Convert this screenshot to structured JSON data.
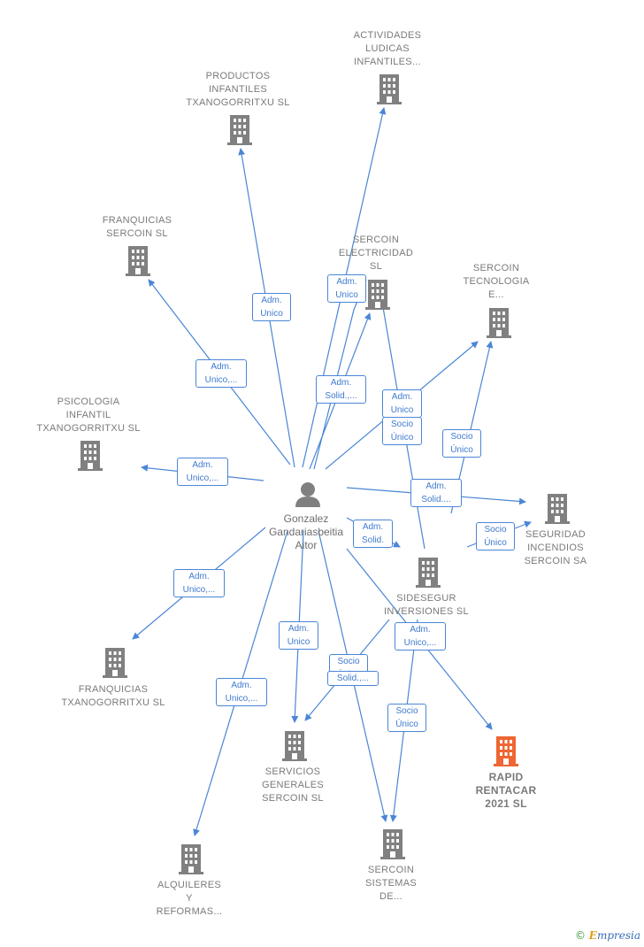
{
  "person": {
    "name": "Gonzalez\nGandariasbeitia\nAitor"
  },
  "companies": {
    "actividades": {
      "label": "ACTIVIDADES\nLUDICAS\nINFANTILES..."
    },
    "productos": {
      "label": "PRODUCTOS\nINFANTILES\nTXANOGORRITXU SL"
    },
    "franquicias_sercoin": {
      "label": "FRANQUICIAS\nSERCOIN  SL"
    },
    "sercoin_electricidad": {
      "label": "SERCOIN\nELECTRICIDAD\nSL"
    },
    "sercoin_tecnologia": {
      "label": "SERCOIN\nTECNOLOGIA\nE..."
    },
    "psicologia": {
      "label": "PSICOLOGIA\nINFANTIL\nTXANOGORRITXU SL"
    },
    "seguridad": {
      "label": "SEGURIDAD\nINCENDIOS\nSERCOIN SA"
    },
    "sidesegur": {
      "label": "SIDESEGUR\nINVERSIONES SL"
    },
    "franquicias_txano": {
      "label": "FRANQUICIAS\nTXANOGORRITXU SL"
    },
    "servicios": {
      "label": "SERVICIOS\nGENERALES\nSERCOIN  SL"
    },
    "rapid": {
      "label": "RAPID\nRENTACAR\n2021  SL"
    },
    "alquileres": {
      "label": "ALQUILERES\nY\nREFORMAS..."
    },
    "sercoin_sistemas": {
      "label": "SERCOIN\nSISTEMAS\nDE..."
    }
  },
  "relations": [
    "Adm.\nUnico",
    "Adm.\nUnico",
    "Adm.\nUnico,...",
    "Adm.\nSolid.,...",
    "Adm.\nUnico",
    "Socio\nÚnico",
    "Socio\nÚnico",
    "Adm.\nUnico,...",
    "Adm.\nSolid....",
    "Adm.\nSolid.",
    "Socio\nÚnico",
    "Adm.\nUnico,...",
    "Adm.\nUnico",
    "Socio\nÚnico",
    "Solid.,...",
    "Adm.\nUnico,...",
    "Adm.\nUnico,...",
    "Socio\nÚnico"
  ],
  "brand": {
    "copyright": "©",
    "first_letter": "E",
    "rest": "mpresia"
  },
  "colors": {
    "edge": "#4a86d6",
    "node": "#808080",
    "focus_node": "#ee6633"
  }
}
